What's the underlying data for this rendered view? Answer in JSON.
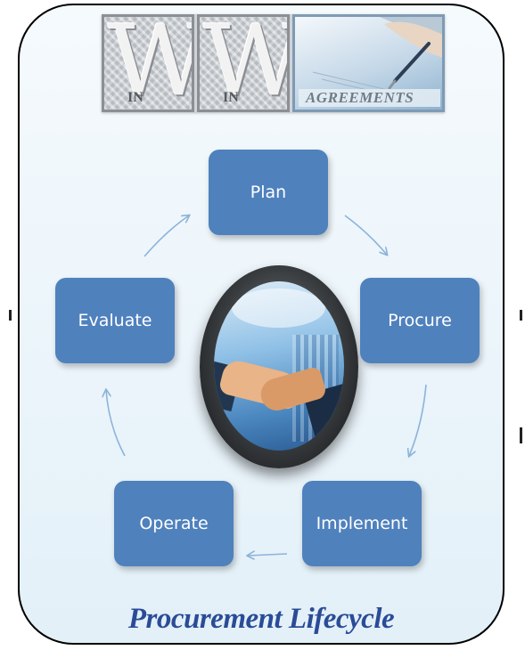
{
  "logo": {
    "letter_1": "W",
    "suffix_1": "IN",
    "letter_2": "W",
    "suffix_2": "IN",
    "word": "AGREEMENTS"
  },
  "nodes": {
    "plan": "Plan",
    "procure": "Procure",
    "implement": "Implement",
    "operate": "Operate",
    "evaluate": "Evaluate"
  },
  "title": "Procurement Lifecycle",
  "colors": {
    "node_fill": "#4f81bd",
    "arrow": "#8cb3da",
    "title": "#2a4c97"
  },
  "icons": {
    "center": "handshake-image",
    "logo_photo": "pen-signing-image"
  }
}
